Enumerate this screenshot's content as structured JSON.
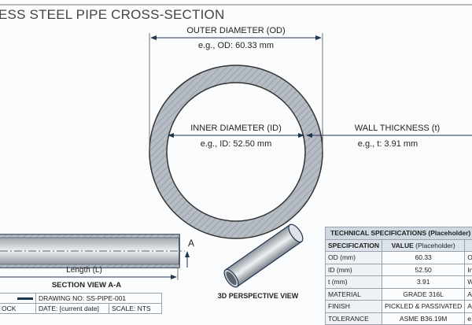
{
  "title": "ESS STEEL PIPE CROSS-SECTION",
  "cross_section": {
    "od_label": "OUTER DIAMETER (OD)",
    "od_value": "e.g., OD: 60.33 mm",
    "id_label": "INNER DIAMETER (ID)",
    "id_value": "e.g., ID: 52.50 mm",
    "wall_label": "WALL THICKNESS (t)",
    "wall_value": "e.g., t: 3.91 mm"
  },
  "section_view": {
    "length_label": "Length (L)",
    "marker": "A",
    "caption": "SECTION VIEW A-A"
  },
  "perspective": {
    "caption": "3D PERSPECTIVE VIEW"
  },
  "title_block": {
    "left_cell": "OCK",
    "drawing_no": "DRAWING NO: SS-PIPE-001",
    "date": "DATE: [current date]",
    "scale": "SCALE: NTS"
  },
  "spec_table": {
    "title": "TECHNICAL SPECIFICATIONS (Placeholder)",
    "headers": [
      "SPECIFICATION",
      "VALUE",
      "(Placeholder)"
    ],
    "rows": [
      [
        "OD (mm)",
        "60.33",
        "Oute"
      ],
      [
        "ID (mm)",
        "52.50",
        "Inne"
      ],
      [
        "t (mm)",
        "3.91",
        "Wall"
      ],
      [
        "MATERIAL",
        "GRADE 316L",
        "ASTM"
      ],
      [
        "FINISH",
        "PICKLED & PASSIVATED",
        "ASTM"
      ],
      [
        "TOLERANCE",
        "ASME B36.19M",
        "e.g.,"
      ]
    ]
  },
  "colors": {
    "line": "#1f3550",
    "pipe": "#a9b0b8",
    "header": "#dce3ea"
  }
}
